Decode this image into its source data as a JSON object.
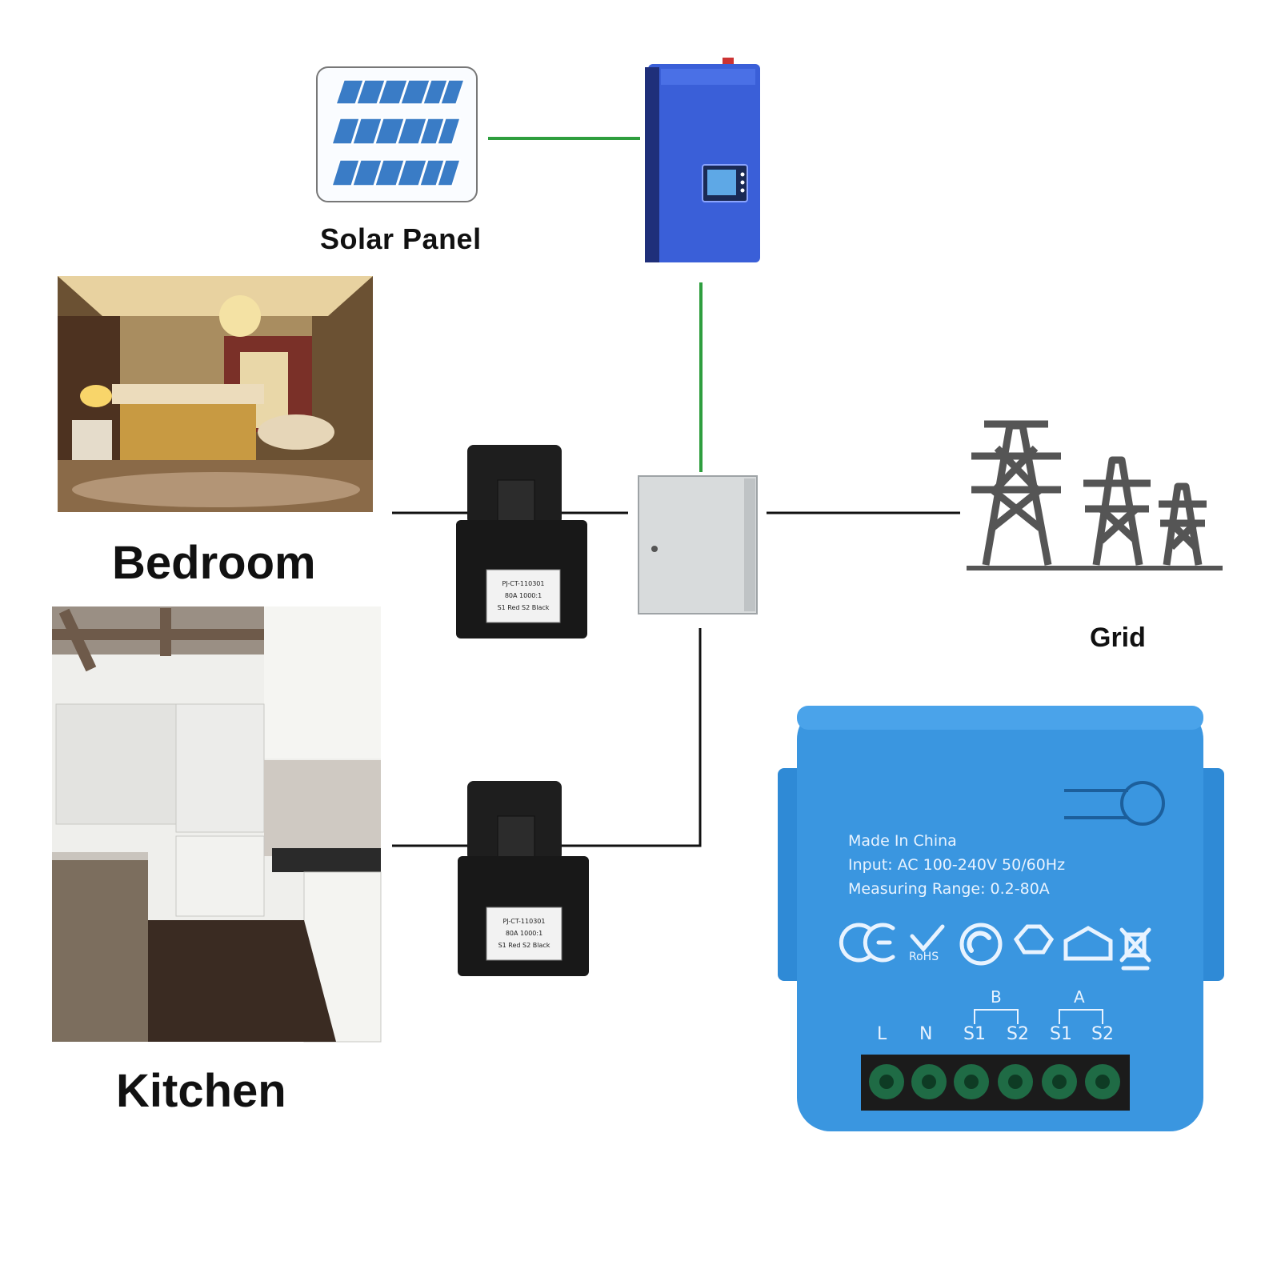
{
  "labels": {
    "solar_panel": "Solar Panel",
    "bedroom": "Bedroom",
    "kitchen": "Kitchen",
    "grid": "Grid"
  },
  "ct_clamp": {
    "model": "PJ-CT-110301",
    "rating": "80A 1000:1",
    "wires": "S1 Red S2 Black"
  },
  "meter": {
    "line1": "Made In China",
    "line2": "Input:  AC 100-240V 50/60Hz",
    "line3": "Measuring Range: 0.2-80A",
    "rohs": "RoHS",
    "group_b": "B",
    "group_a": "A",
    "terminals": [
      "L",
      "N",
      "S1",
      "S2",
      "S1",
      "S2"
    ],
    "certifications": [
      "ce-mark-icon",
      "rohs-check-icon",
      "recycle-arrow-icon",
      "recycling-icon",
      "indoor-use-icon",
      "weee-bin-icon"
    ]
  },
  "colors": {
    "solar_wire": "#2e9e3e",
    "ac_wire": "#111111",
    "meter_body": "#3a96e0",
    "inverter_body": "#3a5fd8"
  }
}
